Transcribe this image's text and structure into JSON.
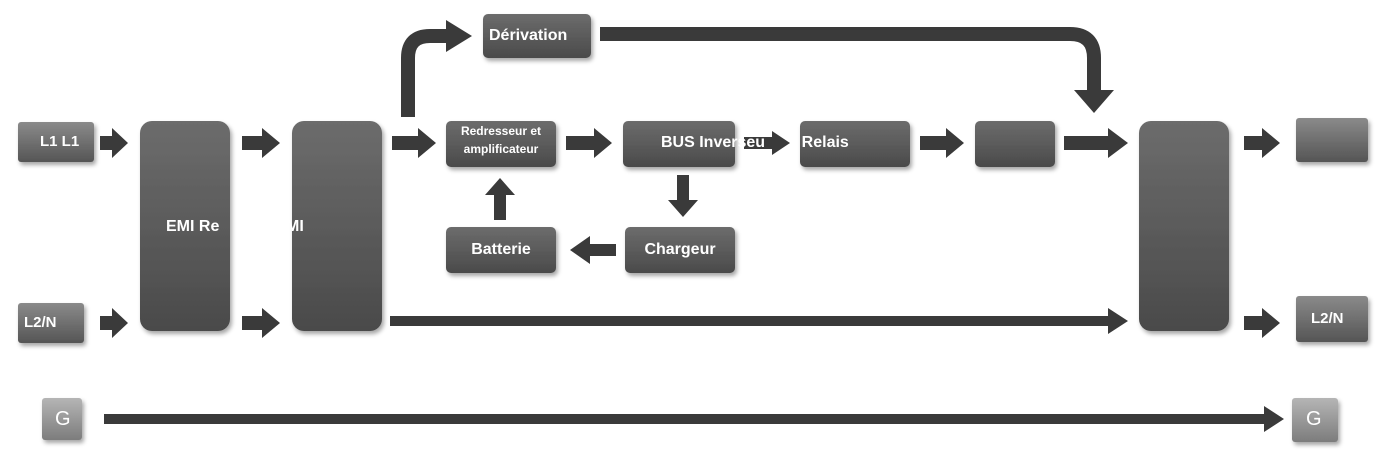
{
  "colors": {
    "box": "#5a5a5a",
    "box_dark": "#3f3f3f",
    "arrow": "#3a3a3a",
    "text": "#ffffff"
  },
  "labels": {
    "l1_in": "L1 L1",
    "l2_in": "L2/N",
    "g_in": "G",
    "emi_overlap": "EMI Re",
    "emi_tail": "MI",
    "derivation": "Dérivation",
    "redresseur_line1": "Redresseur et",
    "redresseur_line2": "amplificateur",
    "bus_inverseur_relais_1": "BUS Inverseu",
    "bus_inverseur_relais_2": "r Relais",
    "batterie": "Batterie",
    "chargeur": "Chargeur",
    "l2_out": "L2/N",
    "g_out": "G"
  }
}
